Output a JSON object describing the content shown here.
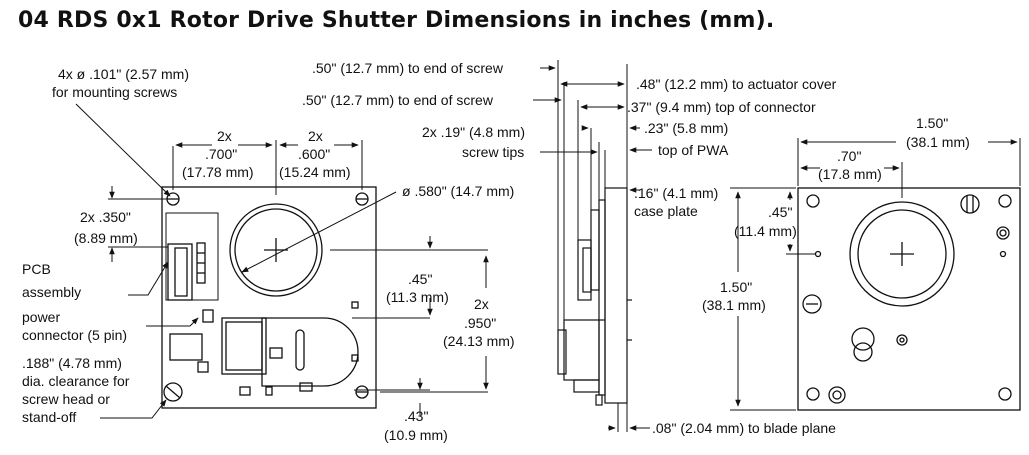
{
  "title": "04 RDS 0x1 Rotor Drive Shutter Dimensions in inches (mm).",
  "labels": {
    "mount_holes_1": "4x ø .101\" (2.57 mm)",
    "mount_holes_2": "for mounting screws",
    "d700_a": "2x",
    "d700_b": ".700\"",
    "d700_c": "(17.78 mm)",
    "d600_a": "2x",
    "d600_b": ".600\"",
    "d600_c": "(15.24 mm)",
    "aperture": "ø .580\" (14.7 mm)",
    "d350_a": "2x .350\"",
    "d350_b": "(8.89 mm)",
    "pcb_1": "PCB",
    "pcb_2": "assembly",
    "power_1": "power",
    "power_2": "connector (5 pin)",
    "clear_1": ".188\" (4.78 mm)",
    "clear_2": "dia. clearance for",
    "clear_3": "screw head or",
    "clear_4": "stand-off",
    "d45_a": ".45\"",
    "d45_b": "(11.3 mm)",
    "d950_a": "2x",
    "d950_b": ".950\"",
    "d950_c": "(24.13 mm)",
    "d43_a": ".43\"",
    "d43_b": "(10.9 mm)",
    "screw_end_1": ".50\" (12.7 mm) to end of screw",
    "screw_end_2": ".50\" (12.7 mm) to end of screw",
    "act_cover": ".48\" (12.2 mm) to actuator cover",
    "top_conn": ".37\" (9.4 mm) top of connector",
    "screw_tips_1": "2x .19\" (4.8 mm)",
    "screw_tips_2": "screw tips",
    "top_pwa_1": ".23\" (5.8 mm)",
    "top_pwa_2": "top of PWA",
    "case_1": ".16\" (4.1 mm)",
    "case_2": "case plate",
    "blade": ".08\" (2.04 mm) to blade plane",
    "w150_a": "1.50\"",
    "w150_b": "(38.1 mm)",
    "d70_a": ".70\"",
    "d70_b": "(17.8 mm)",
    "r45_a": ".45\"",
    "r45_b": "(11.4 mm)",
    "h150_a": "1.50\"",
    "h150_b": "(38.1 mm)"
  }
}
